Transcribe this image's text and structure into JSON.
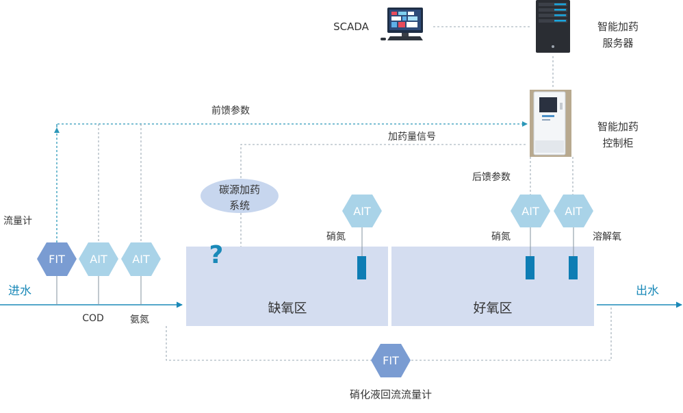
{
  "scada": {
    "label": "SCADA"
  },
  "server": {
    "label_line1": "智能加药",
    "label_line2": "服务器"
  },
  "cabinet": {
    "label_line1": "智能加药",
    "label_line2": "控制柜"
  },
  "signals": {
    "feedforward": "前馈参数",
    "dosing_signal": "加药量信号",
    "feedback": "后馈参数"
  },
  "carbon_dosing": {
    "line1": "碳源加药",
    "line2": "系统"
  },
  "question_mark": "?",
  "inflow": {
    "label": "进水",
    "flowmeter_label": "流量计",
    "instruments": [
      {
        "tag": "FIT",
        "caption": ""
      },
      {
        "tag": "AIT",
        "caption": "COD"
      },
      {
        "tag": "AIT",
        "caption": "氨氮"
      }
    ]
  },
  "anoxic_zone": {
    "label": "缺氧区",
    "instruments": [
      {
        "tag": "AIT",
        "caption": "硝氮"
      }
    ]
  },
  "aerobic_zone": {
    "label": "好氧区",
    "instruments": [
      {
        "tag": "AIT",
        "caption": "硝氮"
      },
      {
        "tag": "AIT",
        "caption": "溶解氧"
      }
    ]
  },
  "outflow": {
    "label": "出水"
  },
  "recycle": {
    "tag": "FIT",
    "label": "硝化液回流流量计"
  },
  "colors": {
    "flow_blue": "#1a89b8",
    "tank_fill": "#d4ddf0",
    "hex_dark": "#7a9cd2",
    "hex_light": "#a9d3e8",
    "dash_teal": "#2b97b8",
    "probe": "#0e7db4"
  }
}
